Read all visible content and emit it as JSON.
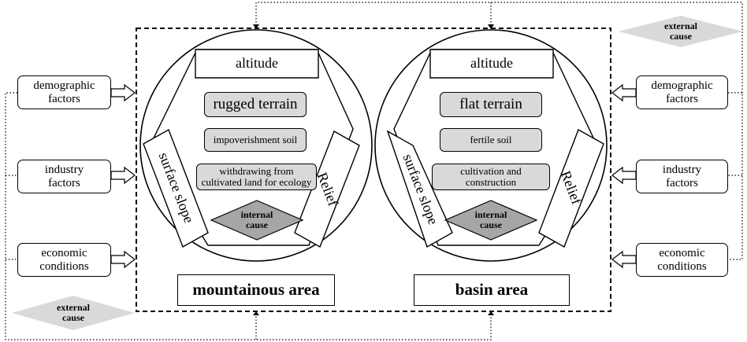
{
  "colors": {
    "line": "#000000",
    "fill_gray": "#d9d9d9",
    "diamond_dark": "#a6a6a6",
    "diamond_light": "#d9d9d9"
  },
  "external_cause": "external\ncause",
  "left_factors": [
    "demographic\nfactors",
    "industry\nfactors",
    "economic\nconditions"
  ],
  "right_factors": [
    "demographic\nfactors",
    "industry\nfactors",
    "economic\nconditions"
  ],
  "mountainous": {
    "title": "mountainous area",
    "altitude": "altitude",
    "surface_slope": "surface slope",
    "relief": "Relief",
    "items": [
      "rugged terrain",
      "impoverishment soil",
      "withdrawing from\ncultivated land for ecology"
    ],
    "internal_cause": "internal\ncause"
  },
  "basin": {
    "title": "basin area",
    "altitude": "altitude",
    "surface_slope": "surface slope",
    "relief": "Relief",
    "items": [
      "flat terrain",
      "fertile soil",
      "cultivation and\nconstruction"
    ],
    "internal_cause": "internal\ncause"
  }
}
